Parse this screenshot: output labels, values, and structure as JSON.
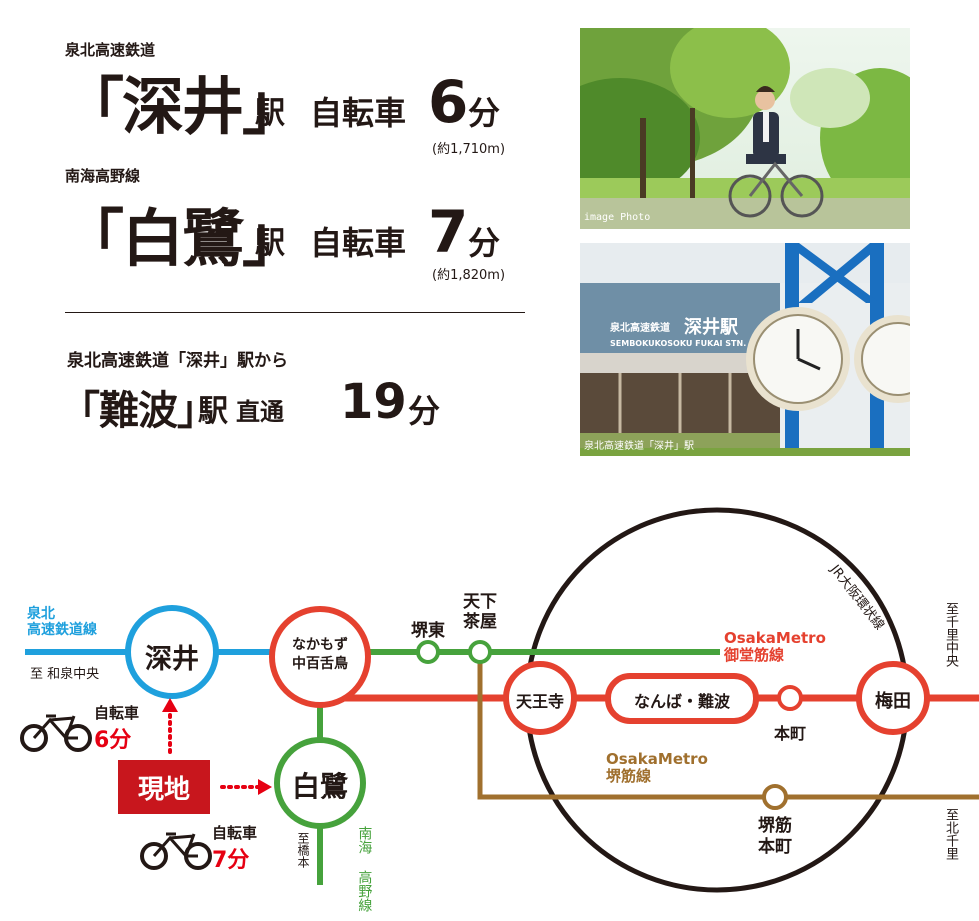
{
  "access": {
    "line1": "泉北高速鉄道",
    "station1": "「深井」",
    "eki": "駅",
    "bike": "自転車",
    "min1": "6",
    "fun": "分",
    "dist1": "(約1,710m)",
    "line2": "南海高野線",
    "station2": "「白鷺」",
    "min2": "7",
    "dist2": "(約1,820m)",
    "direct_from": "泉北高速鉄道「深井」駅から",
    "station3": "「難波」",
    "direct_eki": "駅",
    "direct": "直通",
    "min3": "19",
    "fun3": "分"
  },
  "photos": {
    "photo1_caption": "image Photo",
    "photo2_sign_jp_small": "泉北高速鉄道",
    "photo2_sign_jp_big": "深井駅",
    "photo2_sign_en": "SEMBOKUKOSOKU  FUKAI STN.",
    "photo2_caption": "泉北高速鉄道「深井」駅"
  },
  "map": {
    "lines": {
      "semboku": "泉北\n高速鉄道線",
      "to_izumi": "至 和泉中央",
      "midosuji": "OsakaMetro\n御堂筋線",
      "sakaisuji": "OsakaMetro\n堺筋線",
      "jr_loop": "JR大阪環状線",
      "nankai": "南海\n高野線",
      "to_hashimoto": "至橋本",
      "to_senri_chuo": "至千里中央",
      "to_kita_senri": "至北千里"
    },
    "stations": {
      "fukai": "深井",
      "nakamozu": "なかもず\n中百舌鳥",
      "shirasagi": "白鷺",
      "sakaihigashi": "堺東",
      "tengachaya": "天下\n茶屋",
      "tennoji": "天王寺",
      "namba": "なんば・難波",
      "honmachi": "本町",
      "umeda": "梅田",
      "sakaisuji_honmachi": "堺筋\n本町"
    },
    "site": "現地",
    "bike1_label": "自転車",
    "bike1_min": "6分",
    "bike2_label": "自転車",
    "bike2_min": "7分"
  },
  "colors": {
    "semboku": "#1fa0dd",
    "midosuji": "#e5412f",
    "nankai": "#46a23c",
    "sakaisuji": "#a0702e",
    "red": "#e60012"
  }
}
